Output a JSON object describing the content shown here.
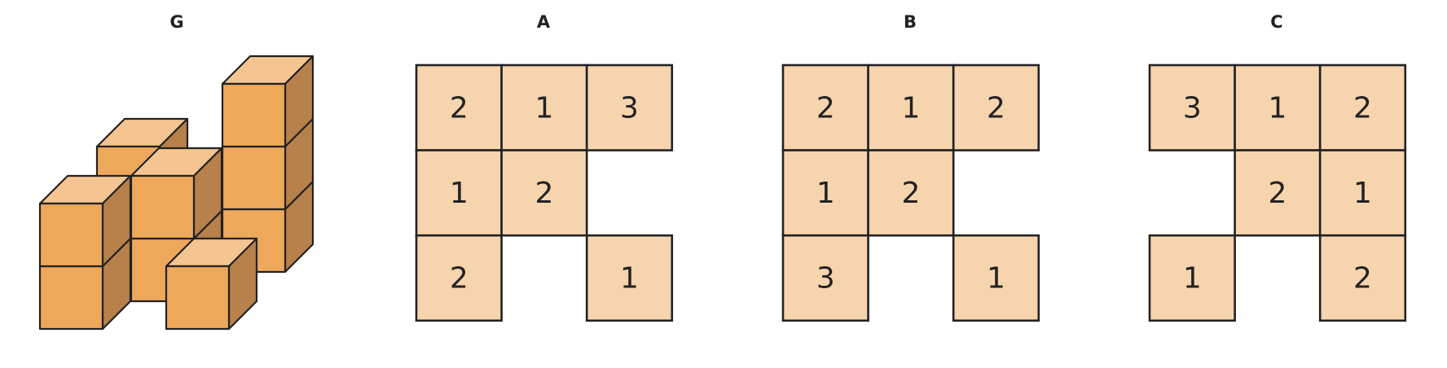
{
  "panels": [
    {
      "label": "G",
      "type": "cube-stack"
    },
    {
      "label": "A",
      "type": "grid",
      "cells": [
        [
          2,
          1,
          3
        ],
        [
          1,
          2,
          null
        ],
        [
          2,
          null,
          1
        ]
      ]
    },
    {
      "label": "B",
      "type": "grid",
      "cells": [
        [
          2,
          1,
          2
        ],
        [
          1,
          2,
          null
        ],
        [
          3,
          null,
          1
        ]
      ]
    },
    {
      "label": "C",
      "type": "grid",
      "cells": [
        [
          3,
          1,
          2
        ],
        [
          null,
          2,
          1
        ],
        [
          1,
          null,
          2
        ]
      ]
    }
  ],
  "colors": {
    "cube_front": "#eda85c",
    "cube_top": "#f4c591",
    "cube_side": "#b8804a",
    "grid_cell": "#f6d4ae",
    "stroke": "#222222"
  }
}
